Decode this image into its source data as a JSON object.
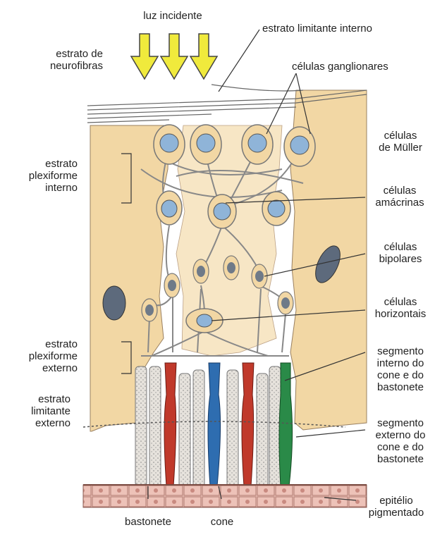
{
  "labels": {
    "luz_incidente": "luz incidente",
    "estrato_limitante_interno": "estrato limitante interno",
    "estrato_neurofibras": [
      "estrato de",
      "neurofibras"
    ],
    "celulas_ganglionares": "células ganglionares",
    "celulas_muller": [
      "células",
      "de Müller"
    ],
    "estrato_plexiforme_interno": [
      "estrato",
      "plexiforme",
      "interno"
    ],
    "celulas_amacrinas": [
      "células",
      "amácrinas"
    ],
    "celulas_bipolares": [
      "células",
      "bipolares"
    ],
    "celulas_horizontais": [
      "células",
      "horizontais"
    ],
    "estrato_plexiforme_externo": [
      "estrato",
      "plexiforme",
      "externo"
    ],
    "segmento_interno": [
      "segmento",
      "interno do",
      "cone e do",
      "bastonete"
    ],
    "estrato_limitante_externo": [
      "estrato",
      "limitante",
      "externo"
    ],
    "segmento_externo": [
      "segmento",
      "externo do",
      "cone e do",
      "bastonete"
    ],
    "epitelio_pigmentado": [
      "epitélio",
      "pigmentado"
    ],
    "bastonete": "bastonete",
    "cone": "cone"
  },
  "colors": {
    "muller": "#f2d7a4",
    "nucleus": "#8fb4d8",
    "arrow": "#f0ea3c",
    "cone_red": "#c0392b",
    "cone_blue": "#2e6db0",
    "cone_green": "#2a8a48",
    "epithelium": "#e8b8b0"
  }
}
